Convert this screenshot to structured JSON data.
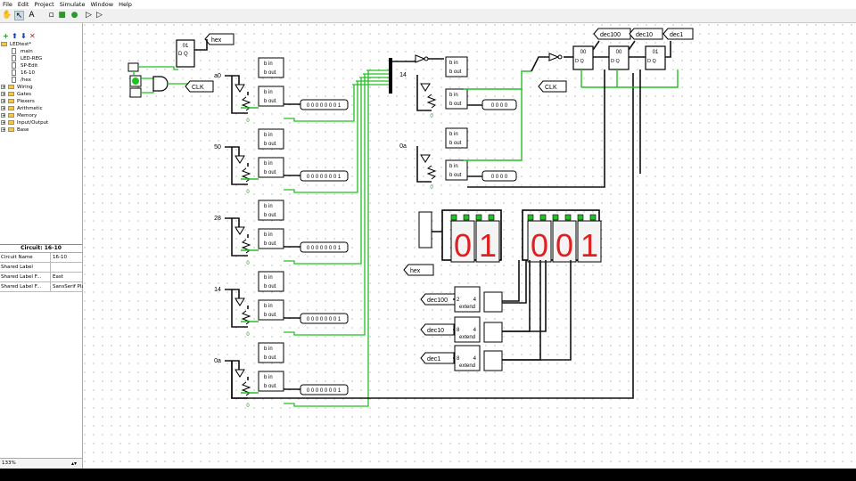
{
  "menu": [
    "File",
    "Edit",
    "Project",
    "Simulate",
    "Window",
    "Help"
  ],
  "toolbar": [
    {
      "name": "hand-tool-icon",
      "glyph": "✋"
    },
    {
      "name": "select-tool-icon",
      "glyph": "↖"
    },
    {
      "name": "text-tool-icon",
      "glyph": "A"
    },
    {
      "name": "undo-icon",
      "glyph": "▫"
    },
    {
      "name": "add-input-pin-icon",
      "glyph": "■"
    },
    {
      "name": "add-output-pin-icon",
      "glyph": "●"
    },
    {
      "name": "play-icon",
      "glyph": "▷"
    },
    {
      "name": "step-icon",
      "glyph": "▷"
    }
  ],
  "explorer": {
    "add": "+",
    "up": "⬆",
    "down": "⬇",
    "delete": "✕",
    "project": "LEDtest*",
    "circuits": [
      "main",
      "LED-REG",
      "SP-Edit",
      "16-10",
      "/hex"
    ],
    "libraries": [
      "Wiring",
      "Gates",
      "Plexers",
      "Arithmetic",
      "Memory",
      "Input/Output",
      "Base"
    ]
  },
  "attributes": {
    "title": "Circuit: 16-10",
    "rows": [
      {
        "key": "Circuit Name",
        "value": "16-10"
      },
      {
        "key": "Shared Label",
        "value": ""
      },
      {
        "key": "Shared Label F...",
        "value": "East"
      },
      {
        "key": "Shared Label F...",
        "value": "SansSerif Plain..."
      }
    ]
  },
  "zoom": "133%",
  "circuit": {
    "tunnels": {
      "hex": "hex",
      "clk": "CLK",
      "dec100": "dec100",
      "dec10": "dec10",
      "dec1": "dec1"
    },
    "constants": [
      "a0",
      "50",
      "28",
      "14",
      "0a"
    ],
    "right_constants": [
      "14",
      "0a"
    ],
    "split_in": "b in",
    "split_out": "b out",
    "probes": [
      "0 0 0 0 0 0 0 1",
      "0 0 0 0 0 0 0 1",
      "0 0 0 0 0 0 0 1",
      "0 0 0 0 0 0 0 1",
      "0 0 0 0 0 0 0 1"
    ],
    "right_probes": [
      "0 0 0 0",
      "0 0 0 0"
    ],
    "register_top_label": "01",
    "regs": [
      "00",
      "00",
      "01"
    ],
    "extends": [
      {
        "tunnel": "dec100",
        "in": "2",
        "out": "4"
      },
      {
        "tunnel": "dec10",
        "in": "8",
        "out": "4"
      },
      {
        "tunnel": "dec1",
        "in": "8",
        "out": "4"
      }
    ],
    "extend_label": "extend",
    "display_small": [
      "0",
      "1"
    ],
    "display_large": [
      "0",
      "0",
      "1"
    ],
    "ground": "0"
  }
}
